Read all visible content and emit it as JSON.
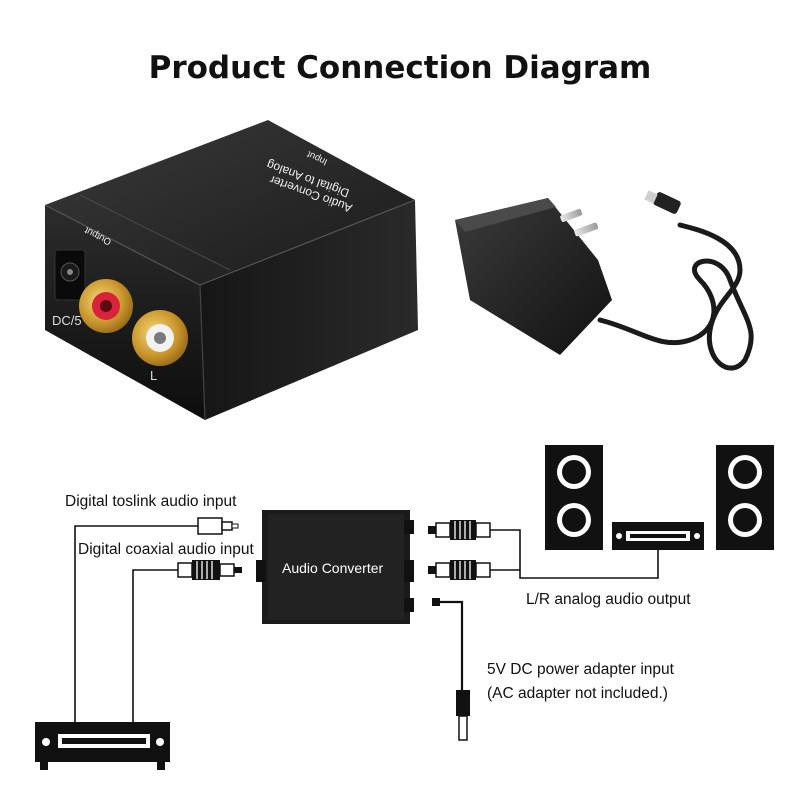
{
  "title": "Product Connection Diagram",
  "product": {
    "front_label": "Output",
    "top_label_line1": "Digital to Analog",
    "top_label_line2": "Audio Converter",
    "rear_label": "Input",
    "jack_label_dc": "DC/5",
    "jack_label_l": "L"
  },
  "diagram": {
    "converter_label": "Audio Converter",
    "toslink_label": "Digital toslink audio input",
    "coaxial_label": "Digital coaxial audio input",
    "analog_output_label": "L/R analog audio output",
    "power_label_line1": "5V DC power adapter input",
    "power_label_line2": "(AC adapter not included.)"
  }
}
